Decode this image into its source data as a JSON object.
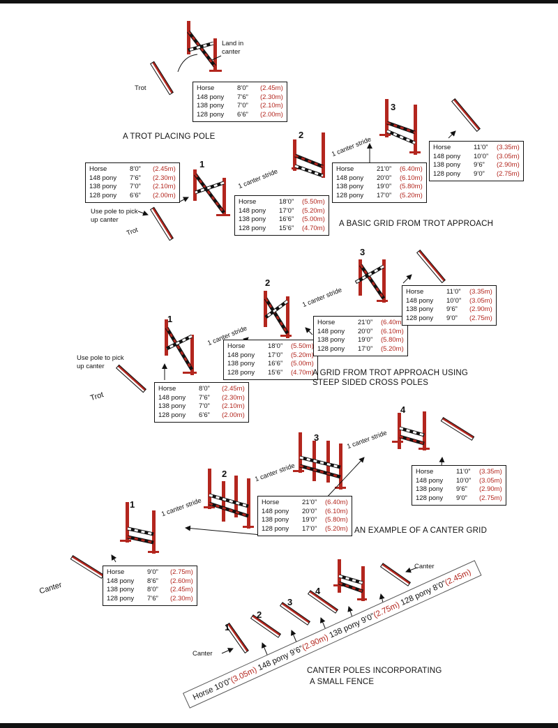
{
  "titles": {
    "trot_placing": "A TROT PLACING POLE",
    "basic_grid": "A BASIC GRID FROM TROT APPROACH",
    "steep_l1": "A GRID FROM TROT APPROACH USING",
    "steep_l2": "STEEP SIDED CROSS POLES",
    "canter_grid": "AN EXAMPLE OF A CANTER GRID",
    "canter_poles_l1": "CANTER POLES INCORPORATING",
    "canter_poles_l2": "A SMALL FENCE"
  },
  "labels": {
    "trot": "Trot",
    "canter": "Canter",
    "land_l1": "Land in",
    "land_l2": "canter",
    "use_pole_l1": "Use pole to pick",
    "use_pole_l2": "up canter",
    "canter_stride": "1 canter stride"
  },
  "numbers": {
    "n1": "1",
    "n2": "2",
    "n3": "3",
    "n4": "4"
  },
  "tables": {
    "t1": [
      {
        "label": "Horse",
        "imp": "8’0”",
        "met": "(2.45m)"
      },
      {
        "label": "148 pony",
        "imp": "7’6”",
        "met": "(2.30m)"
      },
      {
        "label": "138 pony",
        "imp": "7’0”",
        "met": "(2.10m)"
      },
      {
        "label": "128 pony",
        "imp": "6’6”",
        "met": "(2.00m)"
      }
    ],
    "t2": [
      {
        "label": "Horse",
        "imp": "8’0”",
        "met": "(2.45m)"
      },
      {
        "label": "148 pony",
        "imp": "7’6”",
        "met": "(2.30m)"
      },
      {
        "label": "138 pony",
        "imp": "7’0”",
        "met": "(2.10m)"
      },
      {
        "label": "128 pony",
        "imp": "6’6”",
        "met": "(2.00m)"
      }
    ],
    "t3": [
      {
        "label": "Horse",
        "imp": "18’0”",
        "met": "(5.50m)"
      },
      {
        "label": "148 pony",
        "imp": "17’0”",
        "met": "(5.20m)"
      },
      {
        "label": "138 pony",
        "imp": "16’6”",
        "met": "(5.00m)"
      },
      {
        "label": "128 pony",
        "imp": "15’6”",
        "met": "(4.70m)"
      }
    ],
    "t4": [
      {
        "label": "Horse",
        "imp": "21’0”",
        "met": "(6.40m)"
      },
      {
        "label": "148 pony",
        "imp": "20’0”",
        "met": "(6.10m)"
      },
      {
        "label": "138 pony",
        "imp": "19’0”",
        "met": "(5.80m)"
      },
      {
        "label": "128 pony",
        "imp": "17’0”",
        "met": "(5.20m)"
      }
    ],
    "t5": [
      {
        "label": "Horse",
        "imp": "11’0”",
        "met": "(3.35m)"
      },
      {
        "label": "148 pony",
        "imp": "10’0”",
        "met": "(3.05m)"
      },
      {
        "label": "138 pony",
        "imp": "9’6”",
        "met": "(2.90m)"
      },
      {
        "label": "128 pony",
        "imp": "9’0”",
        "met": "(2.75m)"
      }
    ],
    "t6": [
      {
        "label": "Horse",
        "imp": "8’0”",
        "met": "(2.45m)"
      },
      {
        "label": "148 pony",
        "imp": "7’6”",
        "met": "(2.30m)"
      },
      {
        "label": "138 pony",
        "imp": "7’0”",
        "met": "(2.10m)"
      },
      {
        "label": "128 pony",
        "imp": "6’6”",
        "met": "(2.00m)"
      }
    ],
    "t7": [
      {
        "label": "Horse",
        "imp": "18’0”",
        "met": "(5.50m)"
      },
      {
        "label": "148 pony",
        "imp": "17’0”",
        "met": "(5.20m)"
      },
      {
        "label": "138 pony",
        "imp": "16’6”",
        "met": "(5.00m)"
      },
      {
        "label": "128 pony",
        "imp": "15’6”",
        "met": "(4.70m)"
      }
    ],
    "t8": [
      {
        "label": "Horse",
        "imp": "21’0”",
        "met": "(6.40m)"
      },
      {
        "label": "148 pony",
        "imp": "20’0”",
        "met": "(6.10m)"
      },
      {
        "label": "138 pony",
        "imp": "19’0”",
        "met": "(5.80m)"
      },
      {
        "label": "128 pony",
        "imp": "17’0”",
        "met": "(5.20m)"
      }
    ],
    "t9": [
      {
        "label": "Horse",
        "imp": "11’0”",
        "met": "(3.35m)"
      },
      {
        "label": "148 pony",
        "imp": "10’0”",
        "met": "(3.05m)"
      },
      {
        "label": "138 pony",
        "imp": "9’6”",
        "met": "(2.90m)"
      },
      {
        "label": "128 pony",
        "imp": "9’0”",
        "met": "(2.75m)"
      }
    ],
    "t10": [
      {
        "label": "Horse",
        "imp": "21’0”",
        "met": "(6.40m)"
      },
      {
        "label": "148 pony",
        "imp": "20’0”",
        "met": "(6.10m)"
      },
      {
        "label": "138 pony",
        "imp": "19’0”",
        "met": "(5.80m)"
      },
      {
        "label": "128 pony",
        "imp": "17’0”",
        "met": "(5.20m)"
      }
    ],
    "t11": [
      {
        "label": "Horse",
        "imp": "11’0”",
        "met": "(3.35m)"
      },
      {
        "label": "148 pony",
        "imp": "10’0”",
        "met": "(3.05m)"
      },
      {
        "label": "138 pony",
        "imp": "9’6”",
        "met": "(2.90m)"
      },
      {
        "label": "128 pony",
        "imp": "9’0”",
        "met": "(2.75m)"
      }
    ],
    "t12": [
      {
        "label": "Horse",
        "imp": "9’0”",
        "met": "(2.75m)"
      },
      {
        "label": "148 pony",
        "imp": "8’6”",
        "met": "(2.60m)"
      },
      {
        "label": "138 pony",
        "imp": "8’0”",
        "met": "(2.45m)"
      },
      {
        "label": "128 pony",
        "imp": "7’6”",
        "met": "(2.30m)"
      }
    ]
  },
  "band": [
    {
      "label": "Horse 10’0”",
      "met": "(3.05m)"
    },
    {
      "label": " 148 pony 9’6”",
      "met": "(2.90m)"
    },
    {
      "label": " 138 pony 9’0”",
      "met": "(2.75m)"
    },
    {
      "label": " 128 pony 8’0”",
      "met": "(2.45m)"
    }
  ],
  "colors": {
    "red": "#b3261e",
    "black": "#111111"
  }
}
